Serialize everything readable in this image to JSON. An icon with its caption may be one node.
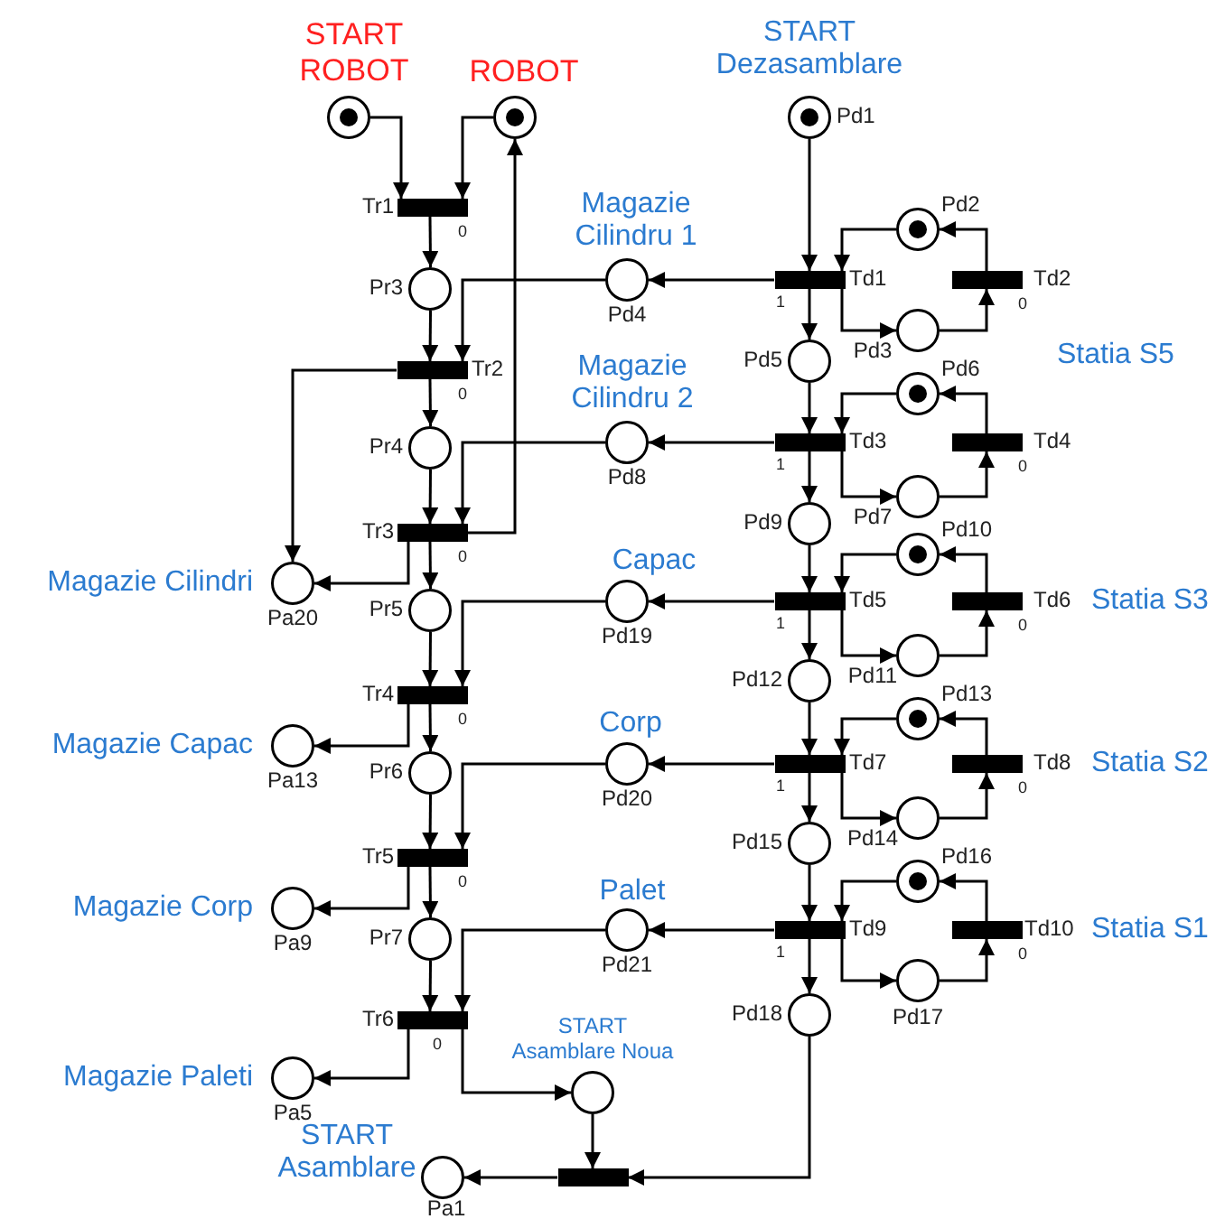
{
  "diagram": {
    "nodes": [
      {
        "text": [
          "START ROBOT"
        ]
      },
      {
        "text": [
          "ROBOT"
        ]
      },
      {
        "text": [
          "START Dezasamblare"
        ],
        "beside": [
          "Pd1"
        ]
      },
      {
        "text": [],
        "shape": "bar",
        "beside": [
          "Tr1",
          "0"
        ]
      },
      {
        "text": [
          "Magazie Cilindru 1"
        ],
        "beside": [
          "Pd4"
        ]
      },
      {
        "text": [],
        "shape": "bar",
        "beside": [
          "Td1",
          "1"
        ]
      },
      {
        "text": [],
        "shape": "circle",
        "beside": [
          "Pd2"
        ]
      },
      {
        "text": [],
        "shape": "bar",
        "beside": [
          "Td2",
          "0"
        ]
      },
      {
        "text": [],
        "shape": "circle",
        "beside": [
          "Pr3"
        ]
      },
      {
        "text": [],
        "shape": "circle",
        "beside": [
          "Pd3"
        ]
      },
      {
        "text": [],
        "shape": "bar",
        "beside": [
          "Tr2",
          "0"
        ]
      },
      {
        "text": [],
        "shape": "circle",
        "beside": [
          "Pd5"
        ]
      },
      {
        "text": [],
        "shape": "circle",
        "beside": [
          "Pd6"
        ]
      },
      {
        "text": [],
        "shape": "circle",
        "beside": [
          "Pr4"
        ]
      },
      {
        "text": [
          "Magazie Cilindru 2"
        ],
        "beside": [
          "Pd8"
        ]
      },
      {
        "text": [],
        "shape": "bar",
        "beside": [
          "Td3",
          "1"
        ]
      },
      {
        "text": [],
        "shape": "bar",
        "beside": [
          "Td4",
          "0"
        ]
      },
      {
        "text": [],
        "shape": "circle",
        "beside": [
          "Pd7"
        ]
      },
      {
        "text": [],
        "shape": "bar",
        "beside": [
          "Tr3",
          "0"
        ]
      },
      {
        "text": [],
        "shape": "circle",
        "beside": [
          "Pd9"
        ]
      },
      {
        "text": [
          "Magazie Cilindri"
        ],
        "beside": [
          "Pa20"
        ]
      },
      {
        "text": [
          "Capac"
        ],
        "beside": [
          "Pd19"
        ]
      },
      {
        "text": [],
        "shape": "bar",
        "beside": [
          "Td5",
          "1"
        ]
      },
      {
        "text": [],
        "shape": "bar",
        "beside": [
          "Td6",
          "0"
        ]
      },
      {
        "text": [],
        "shape": "circle",
        "beside": [
          "Pd10"
        ]
      },
      {
        "text": [],
        "shape": "circle",
        "beside": [
          "Pr5"
        ]
      },
      {
        "text": [],
        "shape": "circle",
        "beside": [
          "Pd11"
        ]
      },
      {
        "text": [],
        "shape": "bar",
        "beside": [
          "Tr4",
          "0"
        ]
      },
      {
        "text": [],
        "shape": "circle",
        "beside": [
          "Pd12"
        ]
      },
      {
        "text": [
          "Magazie Capac"
        ],
        "beside": [
          "Pa13"
        ]
      },
      {
        "text": [],
        "shape": "circle",
        "beside": [
          "Pr6"
        ]
      },
      {
        "text": [
          "Corp"
        ],
        "beside": [
          "Pd20"
        ]
      },
      {
        "text": [],
        "shape": "bar",
        "beside": [
          "Td7",
          "1"
        ]
      },
      {
        "text": [],
        "shape": "bar",
        "beside": [
          "Td8",
          "0"
        ]
      },
      {
        "text": [],
        "shape": "circle",
        "beside": [
          "Pd13"
        ]
      },
      {
        "text": [],
        "shape": "circle",
        "beside": [
          "Pd14"
        ]
      },
      {
        "text": [],
        "shape": "bar",
        "beside": [
          "Tr5",
          "0"
        ]
      },
      {
        "text": [],
        "shape": "circle",
        "beside": [
          "Pd15"
        ]
      },
      {
        "text": [
          "Magazie Corp"
        ],
        "beside": [
          "Pa9"
        ]
      },
      {
        "text": [],
        "shape": "circle",
        "beside": [
          "Pr7"
        ]
      },
      {
        "text": [
          "Palet"
        ],
        "beside": [
          "Pd21"
        ]
      },
      {
        "text": [],
        "shape": "bar",
        "beside": [
          "Td9",
          "1"
        ]
      },
      {
        "text": [],
        "shape": "bar",
        "beside": [
          "Td10",
          "0"
        ]
      },
      {
        "text": [],
        "shape": "circle",
        "beside": [
          "Pd16"
        ]
      },
      {
        "text": [],
        "shape": "circle",
        "beside": [
          "Pd17"
        ]
      },
      {
        "text": [],
        "shape": "bar",
        "beside": [
          "Tr6",
          "0"
        ]
      },
      {
        "text": [],
        "shape": "circle",
        "beside": [
          "Pd18"
        ]
      },
      {
        "text": [
          "Magazie Paleti"
        ],
        "beside": [
          "Pa5"
        ]
      },
      {
        "text": [
          "START Asamblare Noua"
        ]
      },
      {
        "text": [
          "START Asamblare"
        ],
        "beside": [
          "Pa1"
        ]
      },
      {
        "text": [],
        "shape": "bar"
      }
    ],
    "edges": [
      {
        "from": 0,
        "to": 3,
        "arrow": "to"
      },
      {
        "from": 1,
        "to": 3,
        "arrow": "to"
      },
      {
        "from": 3,
        "to": 8,
        "arrow": "to"
      },
      {
        "from": 8,
        "to": 10,
        "arrow": "to"
      },
      {
        "from": 4,
        "to": 10,
        "arrow": "to"
      },
      {
        "from": 10,
        "to": 20,
        "arrow": "to"
      },
      {
        "from": 10,
        "to": 13,
        "arrow": "to"
      },
      {
        "from": 13,
        "to": 18,
        "arrow": "to"
      },
      {
        "from": 14,
        "to": 18,
        "arrow": "to"
      },
      {
        "from": 18,
        "to": 1,
        "arrow": "to"
      },
      {
        "from": 18,
        "to": 20,
        "arrow": "to"
      },
      {
        "from": 18,
        "to": 25,
        "arrow": "to"
      },
      {
        "from": 25,
        "to": 27,
        "arrow": "to"
      },
      {
        "from": 21,
        "to": 27,
        "arrow": "to"
      },
      {
        "from": 27,
        "to": 29,
        "arrow": "to"
      },
      {
        "from": 27,
        "to": 30,
        "arrow": "to"
      },
      {
        "from": 30,
        "to": 36,
        "arrow": "to"
      },
      {
        "from": 31,
        "to": 36,
        "arrow": "to"
      },
      {
        "from": 36,
        "to": 38,
        "arrow": "to"
      },
      {
        "from": 36,
        "to": 39,
        "arrow": "to"
      },
      {
        "from": 39,
        "to": 45,
        "arrow": "to"
      },
      {
        "from": 40,
        "to": 45,
        "arrow": "to"
      },
      {
        "from": 45,
        "to": 47,
        "arrow": "to"
      },
      {
        "from": 45,
        "to": 48,
        "arrow": "to"
      },
      {
        "from": 48,
        "to": 50,
        "arrow": "to"
      },
      {
        "from": 50,
        "to": 49,
        "arrow": "to"
      },
      {
        "from": 46,
        "to": 50,
        "arrow": "to"
      },
      {
        "from": 2,
        "to": 5,
        "arrow": "to"
      },
      {
        "from": 5,
        "to": 4,
        "arrow": "to"
      },
      {
        "from": 5,
        "to": 11,
        "arrow": "to"
      },
      {
        "from": 6,
        "to": 5,
        "arrow": "to"
      },
      {
        "from": 5,
        "to": 9,
        "arrow": "to"
      },
      {
        "from": 9,
        "to": 7,
        "arrow": "to"
      },
      {
        "from": 7,
        "to": 6,
        "arrow": "to"
      },
      {
        "from": 11,
        "to": 15,
        "arrow": "to"
      },
      {
        "from": 15,
        "to": 14,
        "arrow": "to"
      },
      {
        "from": 15,
        "to": 19,
        "arrow": "to"
      },
      {
        "from": 12,
        "to": 15,
        "arrow": "to"
      },
      {
        "from": 15,
        "to": 17,
        "arrow": "to"
      },
      {
        "from": 17,
        "to": 16,
        "arrow": "to"
      },
      {
        "from": 16,
        "to": 12,
        "arrow": "to"
      },
      {
        "from": 19,
        "to": 22,
        "arrow": "to"
      },
      {
        "from": 22,
        "to": 21,
        "arrow": "to"
      },
      {
        "from": 22,
        "to": 28,
        "arrow": "to"
      },
      {
        "from": 24,
        "to": 22,
        "arrow": "to"
      },
      {
        "from": 22,
        "to": 26,
        "arrow": "to"
      },
      {
        "from": 26,
        "to": 23,
        "arrow": "to"
      },
      {
        "from": 23,
        "to": 24,
        "arrow": "to"
      },
      {
        "from": 28,
        "to": 32,
        "arrow": "to"
      },
      {
        "from": 32,
        "to": 31,
        "arrow": "to"
      },
      {
        "from": 32,
        "to": 37,
        "arrow": "to"
      },
      {
        "from": 34,
        "to": 32,
        "arrow": "to"
      },
      {
        "from": 32,
        "to": 35,
        "arrow": "to"
      },
      {
        "from": 35,
        "to": 33,
        "arrow": "to"
      },
      {
        "from": 33,
        "to": 34,
        "arrow": "to"
      },
      {
        "from": 37,
        "to": 41,
        "arrow": "to"
      },
      {
        "from": 41,
        "to": 40,
        "arrow": "to"
      },
      {
        "from": 41,
        "to": 46,
        "arrow": "to"
      },
      {
        "from": 43,
        "to": 41,
        "arrow": "to"
      },
      {
        "from": 41,
        "to": 44,
        "arrow": "to"
      },
      {
        "from": 44,
        "to": 42,
        "arrow": "to"
      },
      {
        "from": 42,
        "to": 43,
        "arrow": "to"
      }
    ],
    "labels": [
      "Statia S5",
      "Statia S3",
      "Statia S2",
      "Statia S1"
    ]
  }
}
